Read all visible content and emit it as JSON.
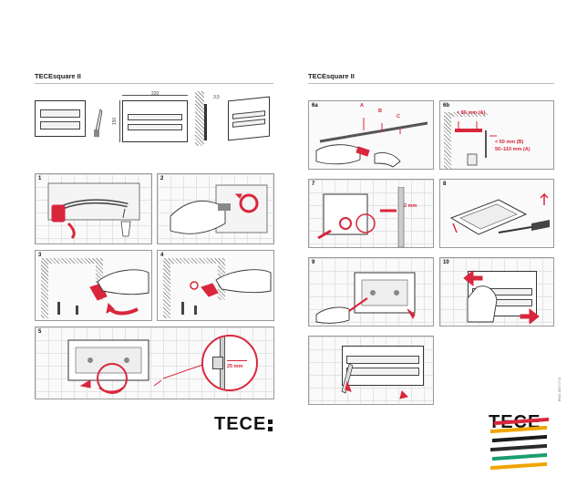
{
  "left_page": {
    "header": "TECEsquare II",
    "dims": {
      "width": "220",
      "height": "150",
      "depth": "3,5"
    },
    "steps": [
      "1",
      "2",
      "3",
      "4",
      "5"
    ],
    "step5_measure": "25 mm",
    "logo": "TECE"
  },
  "right_page": {
    "header": "TECEsquare II",
    "steps": [
      "6a",
      "6b",
      "7",
      "8",
      "9",
      "10"
    ],
    "step6a_labels": [
      "A",
      "B",
      "C"
    ],
    "step6b_notes": [
      "< 80 mm (A)",
      "< 50 mm (B)",
      "50–110 mm (A)"
    ],
    "step7_measure": "2 mm",
    "doc_code": "EN01 0047 0714",
    "logo": "TECE"
  },
  "colors": {
    "accent": "#d9263c",
    "stripe_colors": [
      "#d9263c",
      "#f0a500",
      "#1b1b1b",
      "#1a9e6e",
      "#f0a500"
    ]
  }
}
